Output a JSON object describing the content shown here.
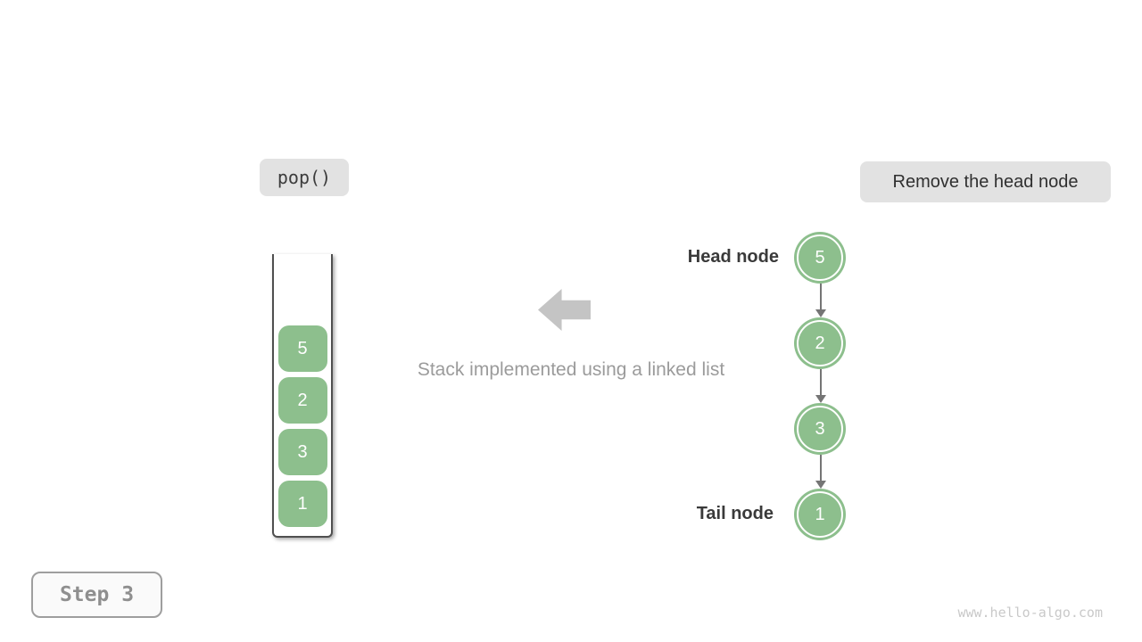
{
  "header": {
    "operation_label": "pop()",
    "action_label": "Remove the head node"
  },
  "stack": {
    "items": [
      "5",
      "2",
      "3",
      "1"
    ],
    "caption": "Stack implemented using a linked list"
  },
  "linked_list": {
    "head_label": "Head node",
    "tail_label": "Tail node",
    "nodes": [
      "5",
      "2",
      "3",
      "1"
    ]
  },
  "footer": {
    "step_label": "Step 3",
    "watermark": "www.hello-algo.com"
  },
  "colors": {
    "node_green": "#8dbf8d",
    "label_bg": "#e2e2e2",
    "big_arrow": "#c4c4c4",
    "connector": "#757575",
    "container_border": "#4f4f4f",
    "dark_text": "#3a3a3a",
    "muted_text": "#9b9b9b",
    "watermark_text": "#c9c9c9"
  }
}
